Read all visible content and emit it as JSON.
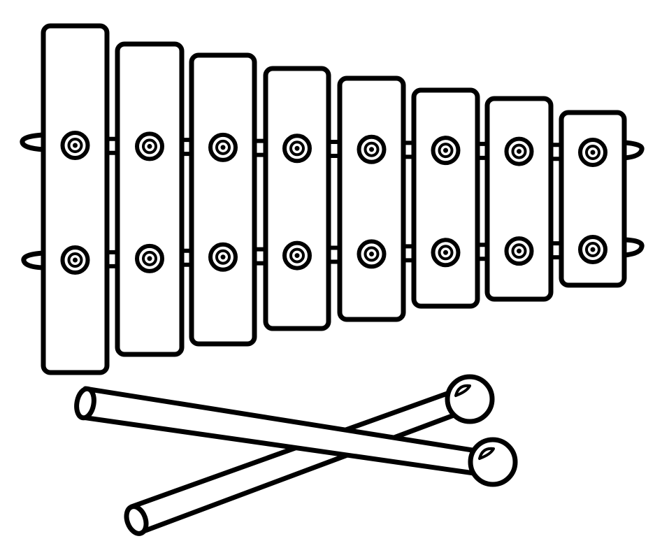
{
  "illustration": {
    "subject": "xylophone",
    "bar_count": 8,
    "mallet_count": 2,
    "line_color": "#000000",
    "fill_color": "#ffffff"
  }
}
